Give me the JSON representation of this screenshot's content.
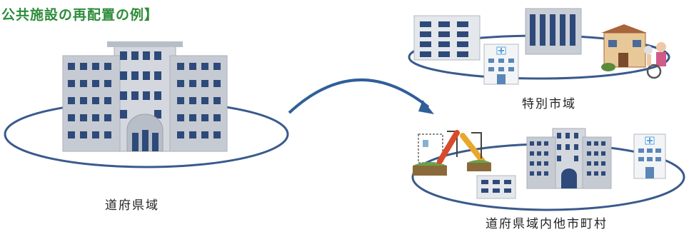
{
  "title": "公共施設の再配置の例】",
  "regions": {
    "prefecture": "道府県域",
    "special_city": "特別市域",
    "other_municipalities": "道府県域内他市町村"
  },
  "colors": {
    "title": "#2c8c3a",
    "ellipse": "#3a5a8c",
    "arrow": "#2f5f9a",
    "building": "#c9ced6",
    "window": "#2e4a7a"
  }
}
